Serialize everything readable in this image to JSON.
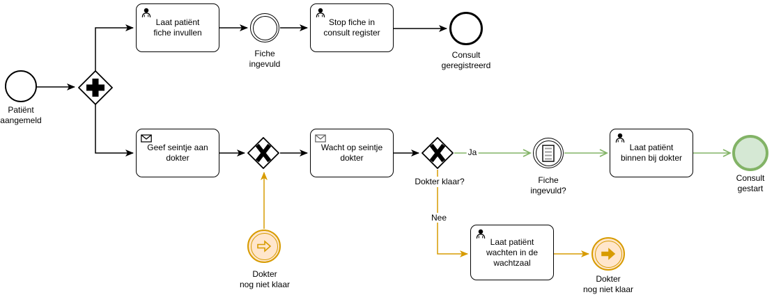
{
  "diagram": {
    "type": "bpmn-process",
    "colors": {
      "default_stroke": "#000000",
      "green_stroke": "#82b366",
      "green_fill": "#d5e8d4",
      "orange_stroke": "#d79b00",
      "orange_fill": "#ffe6cc",
      "label_background": "#ffffff",
      "gray_icon": "#666666"
    },
    "icons": {
      "user": "person-bust",
      "message": "envelope",
      "parallel_gateway": "plus-cross",
      "exclusive_gateway": "x-cross",
      "conditional": "lined-list",
      "link": "right-arrow"
    },
    "nodes": {
      "start_event": {
        "label": "Patiënt\naangemeld",
        "type": "start-event"
      },
      "parallel_gateway": {
        "type": "parallel-gateway"
      },
      "task_fiche_invullen": {
        "label": "Laat patiënt\nfiche invullen",
        "icon": "user"
      },
      "event_fiche_ingevuld": {
        "label": "Fiche\ningevuld",
        "type": "intermediate-event"
      },
      "task_stop_fiche": {
        "label": "Stop fiche in\nconsult register",
        "icon": "user"
      },
      "event_consult_geregistreerd": {
        "label": "Consult\ngeregistreerd",
        "type": "end-event"
      },
      "task_geef_seintje": {
        "label": "Geef seintje aan\ndokter",
        "icon": "message"
      },
      "gateway_merge": {
        "type": "exclusive-gateway"
      },
      "task_wacht_seintje": {
        "label": "Wacht op seintje\ndokter",
        "icon": "message"
      },
      "gateway_dokter_klaar": {
        "label": "Dokter klaar?",
        "type": "exclusive-gateway"
      },
      "event_fiche_ingevuld_check": {
        "label": "Fiche\ningevuld?",
        "type": "conditional-intermediate-event"
      },
      "task_binnen_bij_dokter": {
        "label": "Laat patiënt\nbinnen bij dokter",
        "icon": "user"
      },
      "event_consult_gestart": {
        "label": "Consult gestart",
        "type": "end-event-green"
      },
      "event_link_catch": {
        "label": "Dokter\nnog niet klaar",
        "type": "link-catch-event"
      },
      "task_wachtzaal": {
        "label": "Laat patiënt\nwachten in de\nwachtzaal",
        "icon": "user"
      },
      "event_link_throw": {
        "label": "Dokter\nnog niet klaar",
        "type": "link-throw-event"
      }
    },
    "edge_labels": {
      "ja": "Ja",
      "nee": "Nee"
    }
  }
}
